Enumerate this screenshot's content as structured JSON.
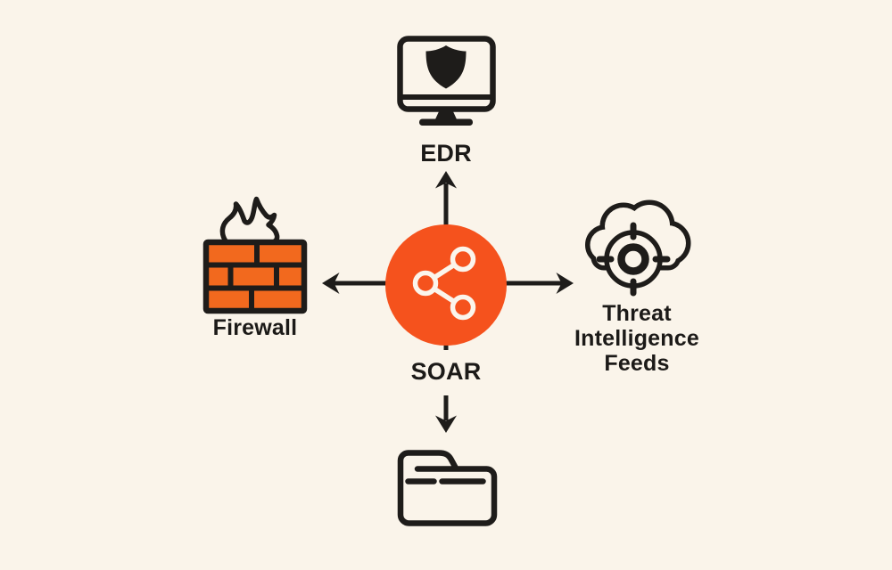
{
  "title": "SOAR integrations diagram",
  "palette": {
    "background": "#FAF4EA",
    "ink": "#1E1C1A",
    "hub_orange": "#F5521D",
    "brick_orange": "#F2691E",
    "hub_icon_line": "#FBF5EC"
  },
  "hub": {
    "label": "SOAR",
    "icon": "share-network-icon"
  },
  "nodes": {
    "edr": {
      "label": "EDR",
      "icon": "monitor-shield-icon",
      "position": "top"
    },
    "firewall": {
      "label": "Firewall",
      "icon": "firewall-brick-flame-icon",
      "position": "left"
    },
    "threat": {
      "label": "Threat\nIntelligence\nFeeds",
      "icon": "cloud-target-icon",
      "position": "right"
    },
    "archive": {
      "label": "",
      "icon": "folder-icon",
      "position": "bottom"
    }
  },
  "connections": [
    {
      "from": "SOAR",
      "to": "EDR",
      "direction": "up"
    },
    {
      "from": "SOAR",
      "to": "Firewall",
      "direction": "left"
    },
    {
      "from": "SOAR",
      "to": "Threat Intelligence Feeds",
      "direction": "right"
    },
    {
      "from": "SOAR",
      "to": "folder",
      "direction": "down"
    }
  ]
}
